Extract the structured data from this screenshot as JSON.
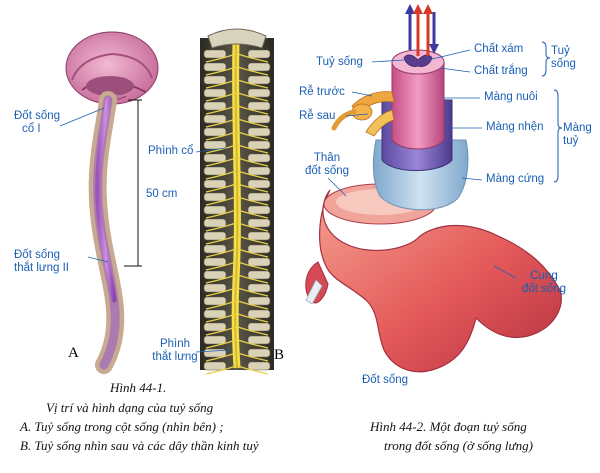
{
  "figure1": {
    "panel_a_letter": "A",
    "panel_b_letter": "B",
    "labels": {
      "dot_song_co_1_line1": "Đốt sống",
      "dot_song_co_1_line2": "cổ I",
      "length": "50 cm",
      "dot_song_that_lung_line1": "Đốt sống",
      "dot_song_that_lung_line2": "thắt lưng II",
      "phinh_co": "Phình cổ",
      "phinh_that_lung_line1": "Phình",
      "phinh_that_lung_line2": "thắt lưng"
    },
    "caption": {
      "title": "Hình 44-1.",
      "line1": "Vị trí và hình dạng của tuỷ sống",
      "line2": "A. Tuỷ sống trong cột sống (nhìn bên) ;",
      "line3": "B. Tuỷ sống nhìn sau và các dây thần kinh tuỷ"
    }
  },
  "figure2": {
    "labels": {
      "tuy_song": "Tuỷ sống",
      "chat_xam": "Chất xám",
      "chat_trang": "Chất trắng",
      "group_tuy_song_line1": "Tuỷ",
      "group_tuy_song_line2": "sống",
      "re_truoc": "Rễ trước",
      "re_sau": "Rễ sau",
      "mang_nuoi": "Màng nuôi",
      "mang_nhen": "Màng nhện",
      "group_mang_tuy_line1": "Màng",
      "group_mang_tuy_line2": "tuỷ",
      "mang_cung": "Màng cứng",
      "than_dot_song_line1": "Thân",
      "than_dot_song_line2": "đốt sống",
      "cung_dot_song_line1": "Cung",
      "cung_dot_song_line2": "đốt sống",
      "dot_song": "Đốt sống"
    },
    "caption": {
      "line1": "Hình 44-2. Một đoạn tuỷ sống",
      "line2": "trong đốt sống (ở sống lưng)"
    }
  },
  "colors": {
    "label_text": "#1a5fb4",
    "bone": "#e4595a",
    "spinal_cord": "#b06ac8",
    "brain": "#d889b2",
    "nerve": "#e7b94a",
    "meninges_blue": "#a8c7df"
  }
}
